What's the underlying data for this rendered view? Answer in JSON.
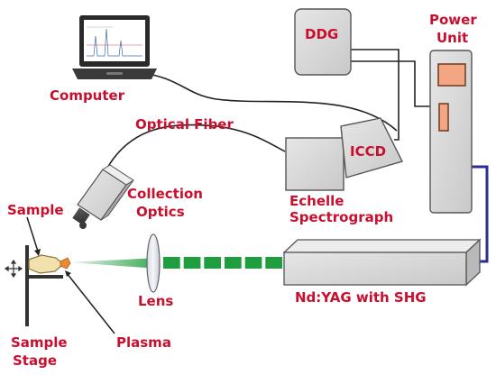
{
  "labels": {
    "computer": "Computer",
    "ddg": "DDG",
    "power_unit_line1": "Power",
    "power_unit_line2": "Unit",
    "optical_fiber": "Optical Fiber",
    "iccd": "ICCD",
    "collection_optics_line1": "Collection",
    "collection_optics_line2": "Optics",
    "echelle_line1": "Echelle",
    "echelle_line2": "Spectrograph",
    "sample": "Sample",
    "lens": "Lens",
    "laser": "Nd:YAG with SHG",
    "sample_stage_line1": "Sample",
    "sample_stage_line2": "Stage",
    "plasma": "Plasma"
  },
  "colors": {
    "label_red": "#c8102e",
    "box_gray": "#d9d9d9",
    "laser_beam_green": "#1f9e3f",
    "power_link_blue": "#2b2f8f",
    "power_indicator_orange": "#f4a582"
  },
  "beam": {
    "pulse_count": 6
  }
}
